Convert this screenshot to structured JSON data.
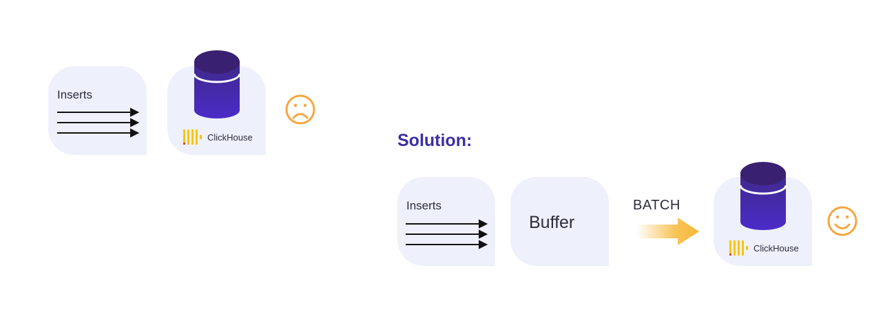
{
  "problem": {
    "inserts_label": "Inserts",
    "db_logo_text": "ClickHouse",
    "face_icon": "sad-face-icon"
  },
  "solution": {
    "heading": "Solution:",
    "inserts_label": "Inserts",
    "buffer_label": "Buffer",
    "batch_label": "BATCH",
    "db_logo_text": "ClickHouse",
    "face_icon": "happy-face-icon"
  },
  "colors": {
    "card_bg": "#eef0fb",
    "db_top": "#3a2070",
    "db_body_gradient": [
      "#3f2a8a",
      "#4b2bc8"
    ],
    "accent_purple": "#3b2fa5",
    "face_orange": "#f5a640",
    "batch_arrow": "#f7b733",
    "logo_yellow": "#f5c518"
  }
}
